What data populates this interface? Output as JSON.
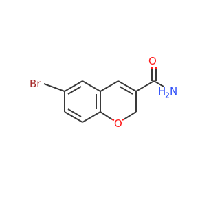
{
  "molecule": {
    "colors": {
      "bond": "#3a3a3a",
      "oxygen": "#ff1a1a",
      "nitrogen": "#3050f8",
      "bromine": "#a62929"
    },
    "labels": {
      "bromine": "Br",
      "ring_oxygen": "O",
      "carbonyl_oxygen": "O",
      "amide_nitrogen_prefix": "H",
      "amide_nitrogen_subscript": "2",
      "amide_nitrogen_symbol": "N"
    }
  }
}
